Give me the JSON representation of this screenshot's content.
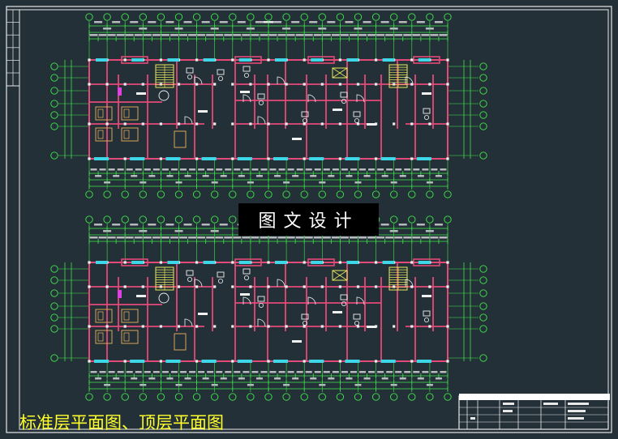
{
  "watermark": {
    "text": "图文设计"
  },
  "caption": {
    "text": "标准层平面图、顶层平面图"
  },
  "colors": {
    "background": "#243038",
    "frame": "#e8e8e8",
    "wall": "#e34a78",
    "dimension": "#3fe64a",
    "fixture": "#f0f0f0",
    "window": "#3cd8e8",
    "stair": "#e8e85a",
    "furniture": "#d9a55a",
    "caption": "#ffff2a"
  },
  "drawings": [
    {
      "name": "standard-floor-plan"
    },
    {
      "name": "top-floor-plan"
    }
  ]
}
